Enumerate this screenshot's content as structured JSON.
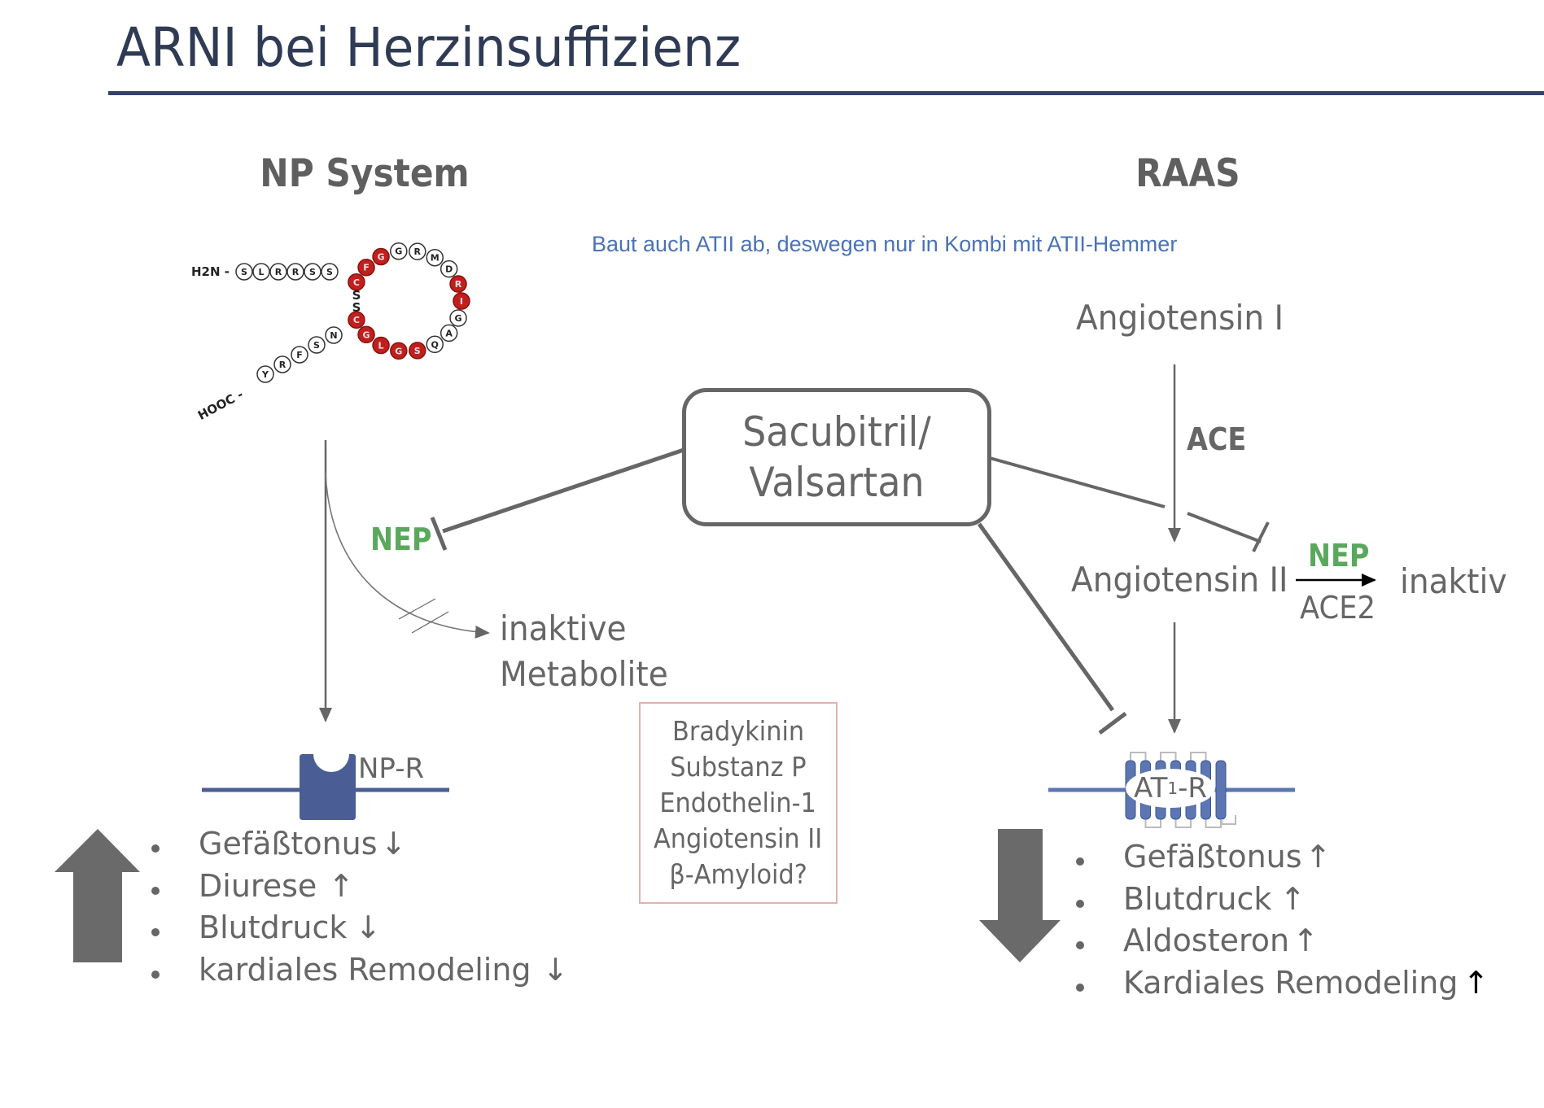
{
  "slide": {
    "title": "ARNI bei Herzinsuffizienz"
  },
  "np_system": {
    "heading": "NP System",
    "peptide_image": {
      "description": "BNP peptide ring structure",
      "n_terminus": "H2N -",
      "c_terminus": "HOOC -",
      "n_tail": [
        "S",
        "L",
        "R",
        "R",
        "S",
        "S"
      ],
      "c_tail": [
        "N",
        "S",
        "F",
        "R",
        "Y"
      ],
      "ring": [
        "C",
        "F",
        "G",
        "G",
        "R",
        "M",
        "D",
        "R",
        "I",
        "G",
        "A",
        "Q",
        "S",
        "G",
        "L",
        "G",
        "C"
      ],
      "disulfide": "S-S"
    },
    "inhibited_enzyme": "NEP",
    "metabolite_label_line1": "inaktive",
    "metabolite_label_line2": "Metabolite",
    "receptor_label": "NP-R",
    "effect_direction": "up",
    "effects": [
      {
        "label": "Gefäßtonus",
        "arrow": "↓"
      },
      {
        "label": "Diurese",
        "arrow": "↑"
      },
      {
        "label": "Blutdruck",
        "arrow": "↓"
      },
      {
        "label": "kardiales Remodeling",
        "arrow": "↓"
      }
    ]
  },
  "drug": {
    "line1": "Sacubitril/",
    "line2": "Valsartan"
  },
  "nep_substrates": {
    "items": [
      "Bradykinin",
      "Substanz P",
      "Endothelin-1",
      "Angiotensin II",
      "β-Amyloid?"
    ]
  },
  "raas": {
    "heading": "RAAS",
    "note": "Baut auch ATII ab, deswegen nur in Kombi mit ATII-Hemmer",
    "angiotensin_1": "Angiotensin I",
    "converting_enzyme": "ACE",
    "angiotensin_2": "Angiotensin II",
    "degrading_enzyme_top": "NEP",
    "degrading_enzyme_bottom": "ACE2",
    "degraded_product": "inaktiv",
    "receptor_label_main": "AT",
    "receptor_label_sub": "1",
    "receptor_label_suffix": "-R",
    "effect_direction": "down",
    "effects": [
      {
        "label": "Gefäßtonus",
        "arrow": "↑"
      },
      {
        "label": "Blutdruck",
        "arrow": "↑"
      },
      {
        "label": "Aldosteron",
        "arrow": "↑"
      },
      {
        "label": "Kardiales Remodeling",
        "arrow": "↑"
      }
    ]
  },
  "colors": {
    "title": "#2f3b55",
    "rule": "#364463",
    "text_grey": "#666666",
    "nep_green": "#5aa85c",
    "note_blue": "#4a72b8",
    "receptor_blue": "#4a5e95",
    "membrane_blue": "#5b76b2",
    "peptide_red": "#c0201c",
    "substrate_border": "#e2b2b0"
  }
}
